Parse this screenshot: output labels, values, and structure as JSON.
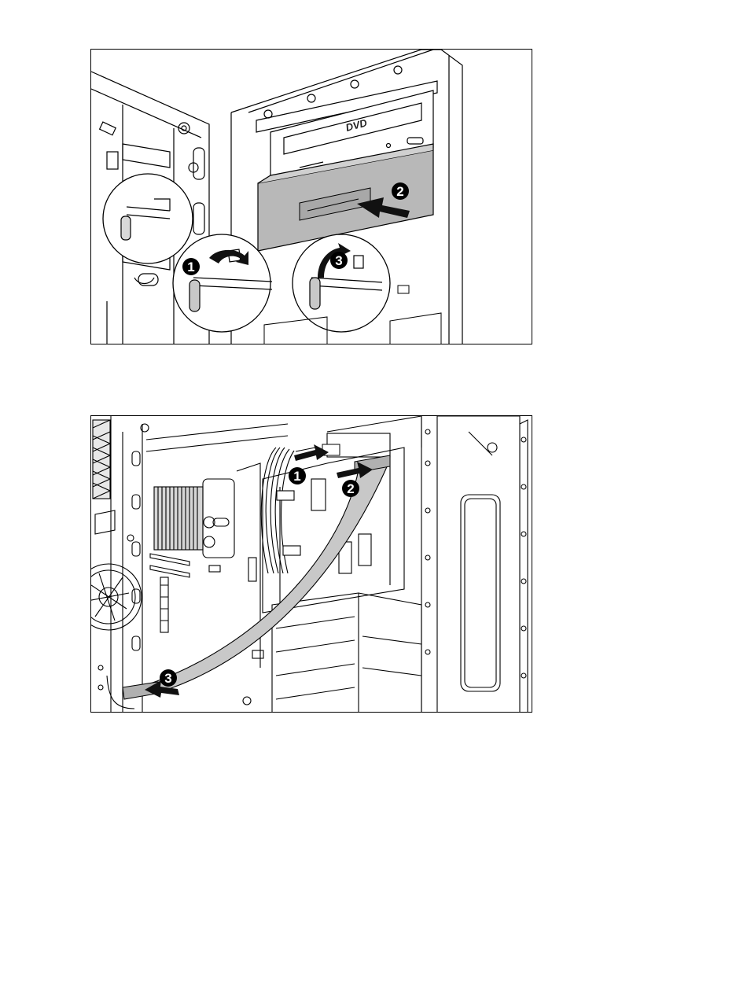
{
  "figure_1": {
    "callouts": [
      "1",
      "2",
      "3"
    ],
    "drive_logo": "DVD"
  },
  "figure_2": {
    "callouts": [
      "1",
      "2",
      "3"
    ]
  }
}
